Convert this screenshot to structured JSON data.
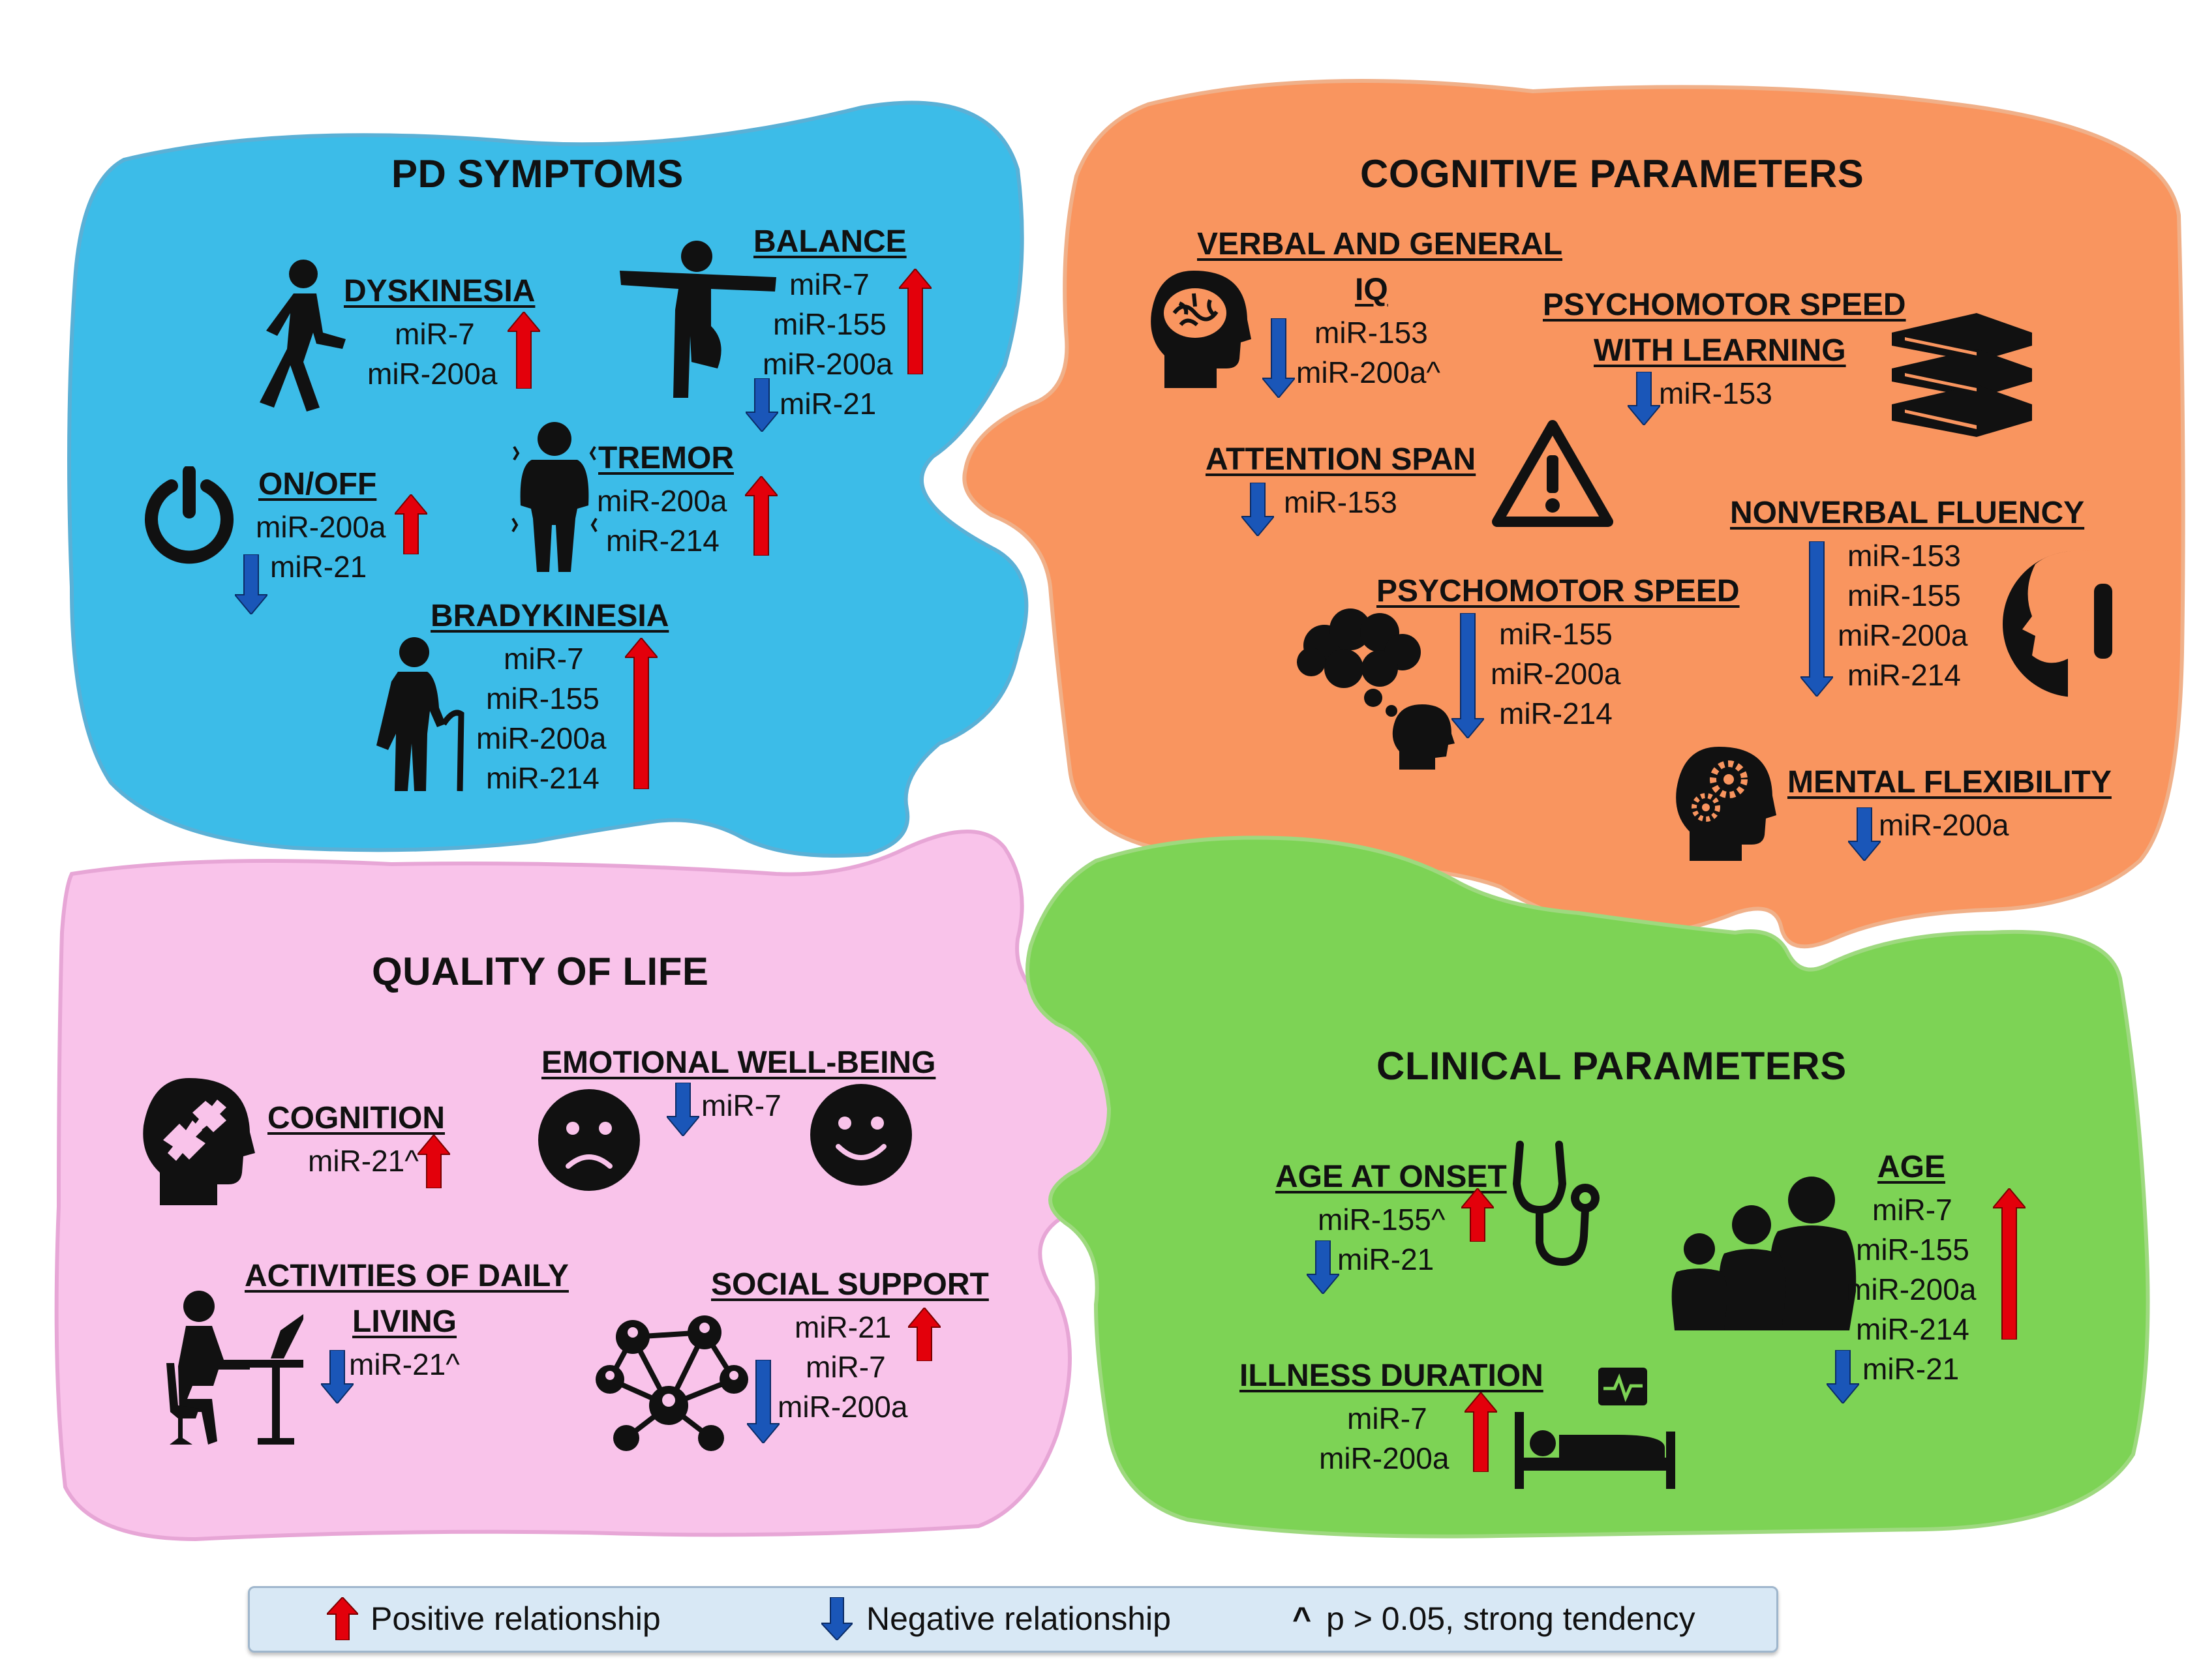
{
  "colors": {
    "pd_panel": "#3cbce8",
    "cognitive_panel": "#f9955f",
    "quality_panel": "#f9c3ea",
    "clinical_panel": "#7dd355",
    "positive_arrow": "#e3000b",
    "negative_arrow": "#1a56b8",
    "legend_bg": "#d8e8f5"
  },
  "panels": {
    "pd": {
      "title": "PD SYMPTOMS",
      "items": {
        "dyskinesia": {
          "label": "DYSKINESIA",
          "mirnas": [
            "miR-7",
            "miR-200a"
          ],
          "direction": "positive",
          "icon": "walking-person-icon"
        },
        "balance": {
          "label": "BALANCE",
          "positive": [
            "miR-7",
            "miR-155",
            "miR-200a"
          ],
          "negative": [
            "miR-21"
          ],
          "icon": "balance-pose-icon"
        },
        "onoff": {
          "label": "ON/OFF",
          "positive": [
            "miR-200a"
          ],
          "negative": [
            "miR-21"
          ],
          "icon": "power-icon"
        },
        "tremor": {
          "label": "TREMOR",
          "mirnas": [
            "miR-200a",
            "miR-214"
          ],
          "direction": "positive",
          "icon": "shivering-person-icon"
        },
        "bradykinesia": {
          "label": "BRADYKINESIA",
          "mirnas": [
            "miR-7",
            "miR-155",
            "miR-200a",
            "miR-214"
          ],
          "direction": "positive",
          "icon": "elderly-cane-icon"
        }
      }
    },
    "cognitive": {
      "title": "COGNITIVE PARAMETERS",
      "items": {
        "verbal_iq": {
          "label1": "VERBAL AND GENERAL",
          "label2": "IQ",
          "mirnas": [
            "miR-153",
            "miR-200a^"
          ],
          "direction": "negative",
          "icon": "brain-head-icon"
        },
        "psychomotor_learning": {
          "label1": "PSYCHOMOTOR SPEED",
          "label2": "WITH LEARNING",
          "mirnas": [
            "miR-153"
          ],
          "direction": "negative",
          "icon": "books-icon"
        },
        "attention": {
          "label": "ATTENTION SPAN",
          "mirnas": [
            "miR-153"
          ],
          "direction": "negative",
          "icon": "warning-icon"
        },
        "nonverbal": {
          "label": "NONVERBAL FLUENCY",
          "mirnas": [
            "miR-153",
            "miR-155",
            "miR-200a",
            "miR-214"
          ],
          "direction": "negative",
          "icon": "silence-icon"
        },
        "psychomotor": {
          "label": "PSYCHOMOTOR SPEED",
          "mirnas": [
            "miR-155",
            "miR-200a",
            "miR-214"
          ],
          "direction": "negative",
          "icon": "thinking-head-icon"
        },
        "mental_flex": {
          "label": "MENTAL FLEXIBILITY",
          "mirnas": [
            "miR-200a"
          ],
          "direction": "negative",
          "icon": "gears-head-icon"
        }
      }
    },
    "quality": {
      "title": "QUALITY OF LIFE",
      "items": {
        "cognition": {
          "label": "COGNITION",
          "mirnas": [
            "miR-21^"
          ],
          "direction": "positive",
          "icon": "puzzle-head-icon"
        },
        "emotional": {
          "label": "EMOTIONAL WELL-BEING",
          "mirnas": [
            "miR-7"
          ],
          "direction": "negative",
          "icons": [
            "sad-face-icon",
            "happy-face-icon"
          ]
        },
        "adl": {
          "label1": "ACTIVITIES OF DAILY",
          "label2": "LIVING",
          "mirnas": [
            "miR-21^"
          ],
          "direction": "negative",
          "icon": "person-at-desk-icon"
        },
        "social": {
          "label": "SOCIAL SUPPORT",
          "positive": [
            "miR-21"
          ],
          "negative": [
            "miR-7",
            "miR-200a"
          ],
          "icon": "network-icon"
        }
      }
    },
    "clinical": {
      "title": "CLINICAL PARAMETERS",
      "items": {
        "onset": {
          "label": "AGE AT ONSET",
          "positive": [
            "miR-155^"
          ],
          "negative": [
            "miR-21"
          ],
          "icon": "stethoscope-icon"
        },
        "age": {
          "label": "AGE",
          "positive": [
            "miR-7",
            "miR-155",
            "miR-200a",
            "miR-214"
          ],
          "negative": [
            "miR-21"
          ],
          "icon": "family-icon"
        },
        "duration": {
          "label": "ILLNESS DURATION",
          "mirnas": [
            "miR-7",
            "miR-200a"
          ],
          "direction": "positive",
          "icon": "hospital-bed-icon"
        }
      }
    }
  },
  "legend": {
    "positive": "Positive relationship",
    "negative": "Negative relationship",
    "tendency_mark": "^",
    "tendency": "p > 0.05, strong tendency"
  }
}
